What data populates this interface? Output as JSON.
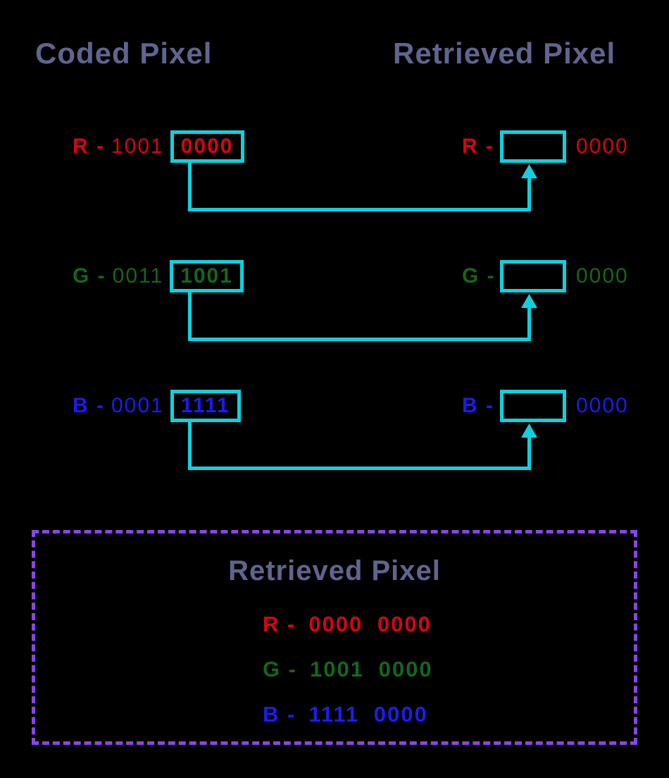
{
  "colors": {
    "bg": "#000000",
    "title": "#60648e",
    "red": "#d5060f",
    "green": "#15661b",
    "blue": "#1c1cf0",
    "cyan": "#0dd2de",
    "purple": "#8946e4"
  },
  "headers": {
    "left": "Coded Pixel",
    "right": "Retrieved Pixel"
  },
  "rows": [
    {
      "channel": "red",
      "label": "R -",
      "coded_prefix": "1001",
      "coded_boxed": "0000",
      "retrieved_suffix": "0000"
    },
    {
      "channel": "green",
      "label": "G -",
      "coded_prefix": "0011",
      "coded_boxed": "1001",
      "retrieved_suffix": "0000"
    },
    {
      "channel": "blue",
      "label": "B -",
      "coded_prefix": "0001",
      "coded_boxed": "1111",
      "retrieved_suffix": "0000"
    }
  ],
  "result_panel": {
    "title": "Retrieved Pixel",
    "lines": [
      {
        "channel": "red",
        "label": "R -",
        "value": "0000 0000"
      },
      {
        "channel": "green",
        "label": "G -",
        "value": "1001 0000"
      },
      {
        "channel": "blue",
        "label": "B -",
        "value": "1111 0000"
      }
    ]
  }
}
